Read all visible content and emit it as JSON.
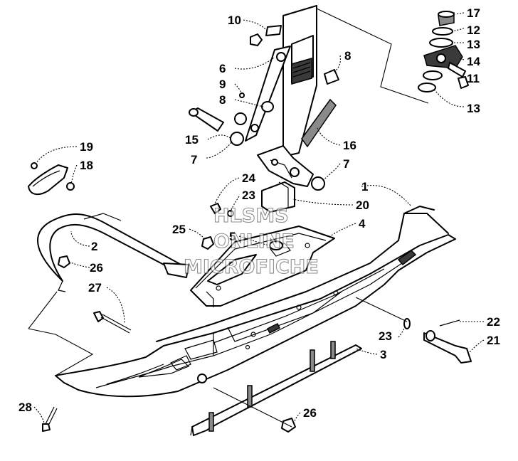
{
  "callouts": [
    "10",
    "17",
    "12",
    "13",
    "14",
    "11",
    "13",
    "8",
    "6",
    "9",
    "8",
    "15",
    "7",
    "16",
    "7",
    "19",
    "18",
    "24",
    "23",
    "20",
    "1",
    "4",
    "25",
    "5",
    "2",
    "26",
    "27",
    "22",
    "23",
    "21",
    "3",
    "28",
    "26"
  ],
  "watermark": [
    "HLSMS",
    "ONLINE",
    "MICROFICHE"
  ],
  "colors": {
    "ink": "#000000",
    "shade": "#8a8a8a",
    "dark": "#3a3a3a",
    "background": "#ffffff"
  }
}
